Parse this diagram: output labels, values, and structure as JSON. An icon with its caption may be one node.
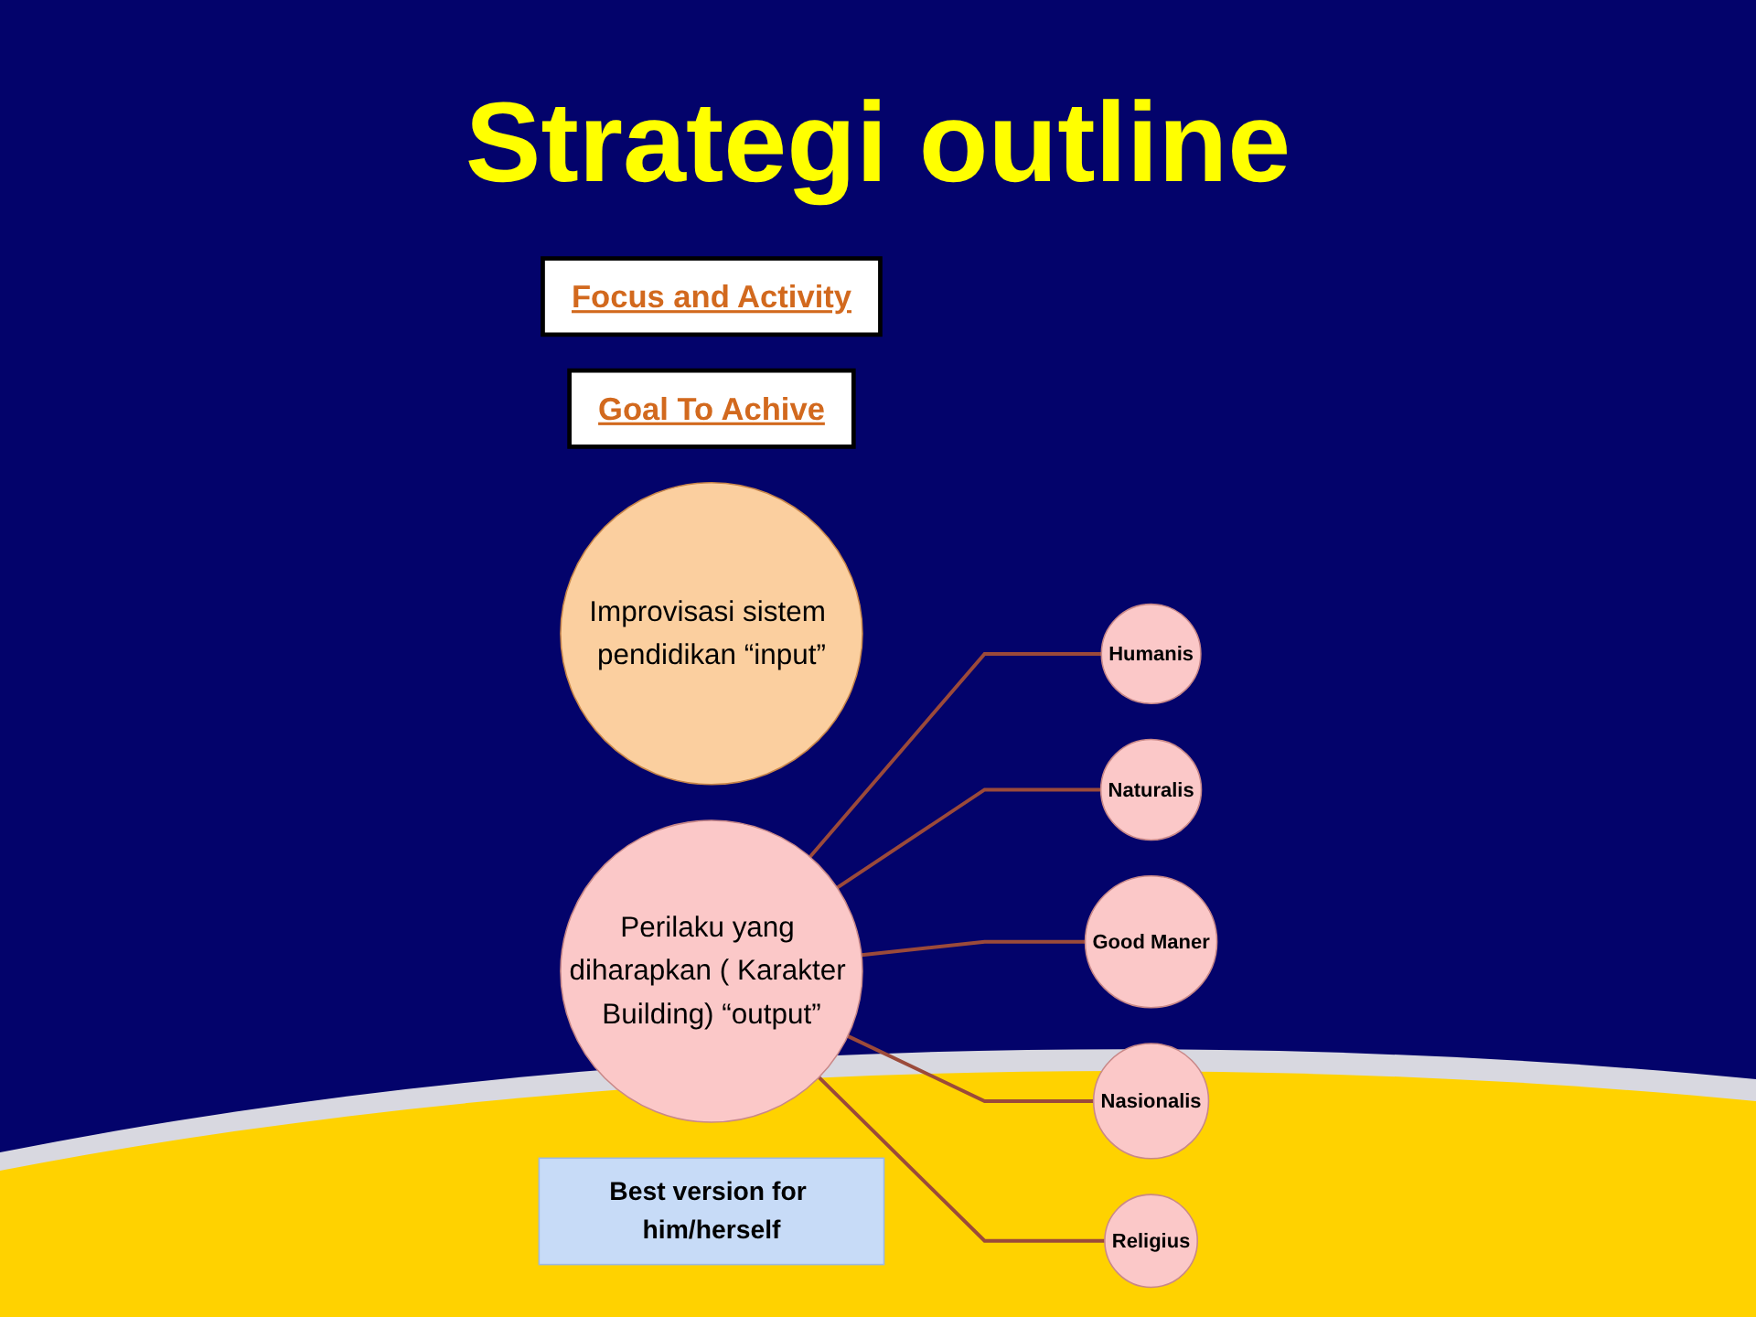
{
  "diagram": {
    "title": "Strategi outline",
    "nodes": [
      {
        "text": [
          "Focus and Activity"
        ]
      },
      {
        "text": [
          "Goal To Achive"
        ]
      },
      {
        "text": [
          "Improvisasi sistem pendidikan “input”"
        ]
      },
      {
        "text": [
          "Perilaku yang diharapkan ( Karakter Building) “output”"
        ]
      },
      {
        "text": [
          "Humanis"
        ]
      },
      {
        "text": [
          "Naturalis"
        ]
      },
      {
        "text": [
          "Good Maner"
        ]
      },
      {
        "text": [
          "Nasionalis"
        ]
      },
      {
        "text": [
          "Religius"
        ]
      },
      {
        "text": [
          "Best version for him/herself"
        ]
      }
    ],
    "edges": [
      {
        "from": 3,
        "to": 4,
        "arrow": "none"
      },
      {
        "from": 3,
        "to": 5,
        "arrow": "none"
      },
      {
        "from": 3,
        "to": 6,
        "arrow": "none"
      },
      {
        "from": 3,
        "to": 7,
        "arrow": "none"
      },
      {
        "from": 3,
        "to": 8,
        "arrow": "none"
      }
    ]
  }
}
